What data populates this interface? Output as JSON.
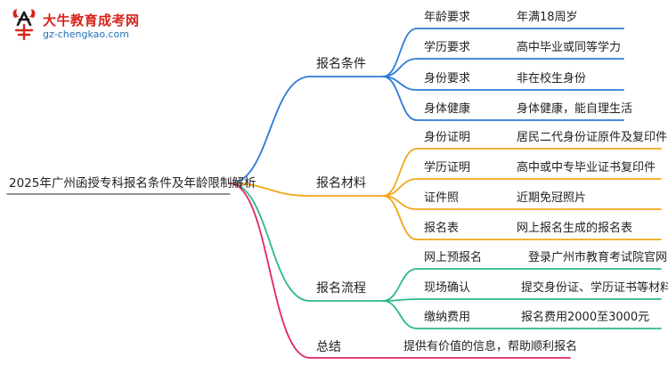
{
  "logo": {
    "title": "大牛教育成考网",
    "url": "gz-chengkao.com"
  },
  "root": {
    "label": "2025年广州函授专科报名条件及年龄限制解析"
  },
  "branches": [
    {
      "id": "conditions",
      "label": "报名条件",
      "color": "#2b7bd8",
      "items": [
        {
          "key": "年龄要求",
          "value": "年满18周岁"
        },
        {
          "key": "学历要求",
          "value": "高中毕业或同等学力"
        },
        {
          "key": "身份要求",
          "value": "非在校生身份"
        },
        {
          "key": "身体健康",
          "value": "身体健康，能自理生活"
        }
      ]
    },
    {
      "id": "materials",
      "label": "报名材料",
      "color": "#f0a81c",
      "items": [
        {
          "key": "身份证明",
          "value": "居民二代身份证原件及复印件"
        },
        {
          "key": "学历证明",
          "value": "高中或中专毕业证书复印件"
        },
        {
          "key": "证件照",
          "value": "近期免冠照片"
        },
        {
          "key": "报名表",
          "value": "网上报名生成的报名表"
        }
      ]
    },
    {
      "id": "process",
      "label": "报名流程",
      "color": "#2eb88a",
      "items": [
        {
          "key": "网上预报名",
          "value": "登录广州市教育考试院官网"
        },
        {
          "key": "现场确认",
          "value": "提交身份证、学历证书等材料"
        },
        {
          "key": "缴纳费用",
          "value": "报名费用2000至3000元"
        }
      ]
    },
    {
      "id": "summary",
      "label": "总结",
      "color": "#e0266f",
      "items": [
        {
          "key": "提供有价值的信息，帮助顺利报名",
          "value": ""
        }
      ]
    }
  ]
}
